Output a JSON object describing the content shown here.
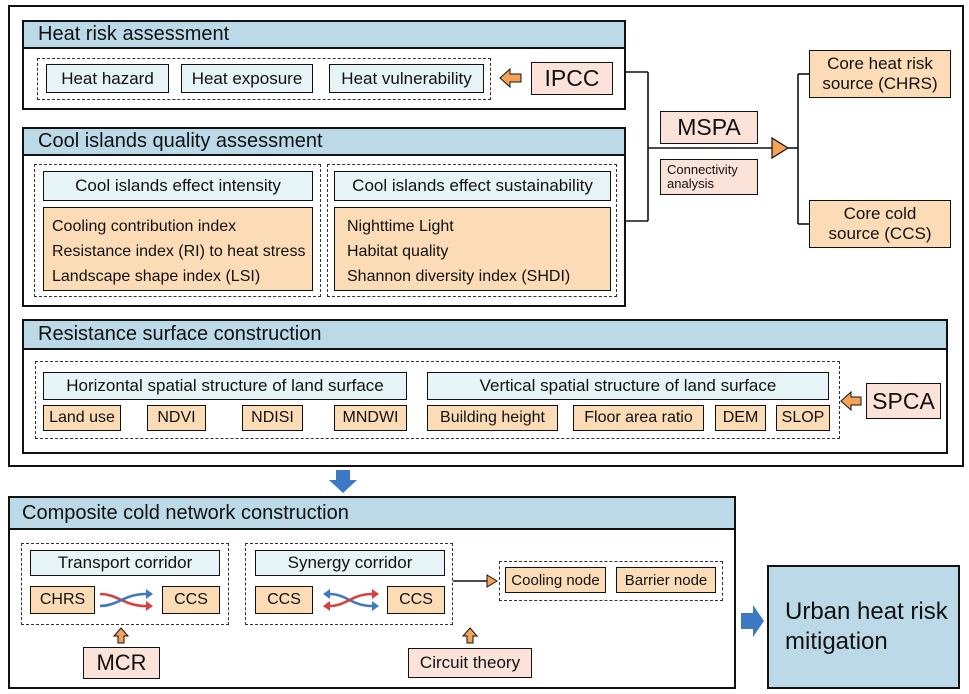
{
  "heat_risk": {
    "title": "Heat risk assessment",
    "items": [
      "Heat hazard",
      "Heat exposure",
      "Heat vulnerability"
    ],
    "source": "IPCC"
  },
  "cool_quality": {
    "title": "Cool islands quality assessment",
    "intensity_title": "Cool islands effect intensity",
    "intensity_items": [
      "Cooling contribution index",
      "Resistance index (RI) to heat stress",
      "Landscape shape index (LSI)"
    ],
    "sustainability_title": "Cool islands effect sustainability",
    "sustainability_items": [
      "Nighttime Light",
      "Habitat quality",
      "Shannon diversity index (SHDI)"
    ]
  },
  "mspa": {
    "label": "MSPA",
    "connectivity_label": "Connectivity analysis"
  },
  "sources": {
    "chrs": "Core heat risk source (CHRS)",
    "ccs": "Core cold source (CCS)"
  },
  "resistance": {
    "title": "Resistance surface construction",
    "horizontal_title": "Horizontal spatial structure of land surface",
    "horizontal_items": [
      "Land use",
      "NDVI",
      "NDISI",
      "MNDWI"
    ],
    "vertical_title": "Vertical spatial structure of land surface",
    "vertical_items": [
      "Building height",
      "Floor area ratio",
      "DEM",
      "SLOP"
    ],
    "method": "SPCA"
  },
  "network": {
    "title": "Composite cold network construction",
    "transport_title": "Transport corridor",
    "transport_from": "CHRS",
    "transport_to": "CCS",
    "synergy_title": "Synergy corridor",
    "synergy_from": "CCS",
    "synergy_to": "CCS",
    "nodes": [
      "Cooling node",
      "Barrier node"
    ],
    "mcr": "MCR",
    "circuit": "Circuit theory"
  },
  "outcome": {
    "label": "Urban heat risk mitigation"
  },
  "colors": {
    "header_blue": "#bcd9e8",
    "light_blue": "#e6f3f7",
    "peach": "#fcdcb6",
    "pink": "#fbe3da",
    "arrow_orange": "#f7a357",
    "arrow_blue": "#3d78c4",
    "arrow_red": "#d84040"
  }
}
